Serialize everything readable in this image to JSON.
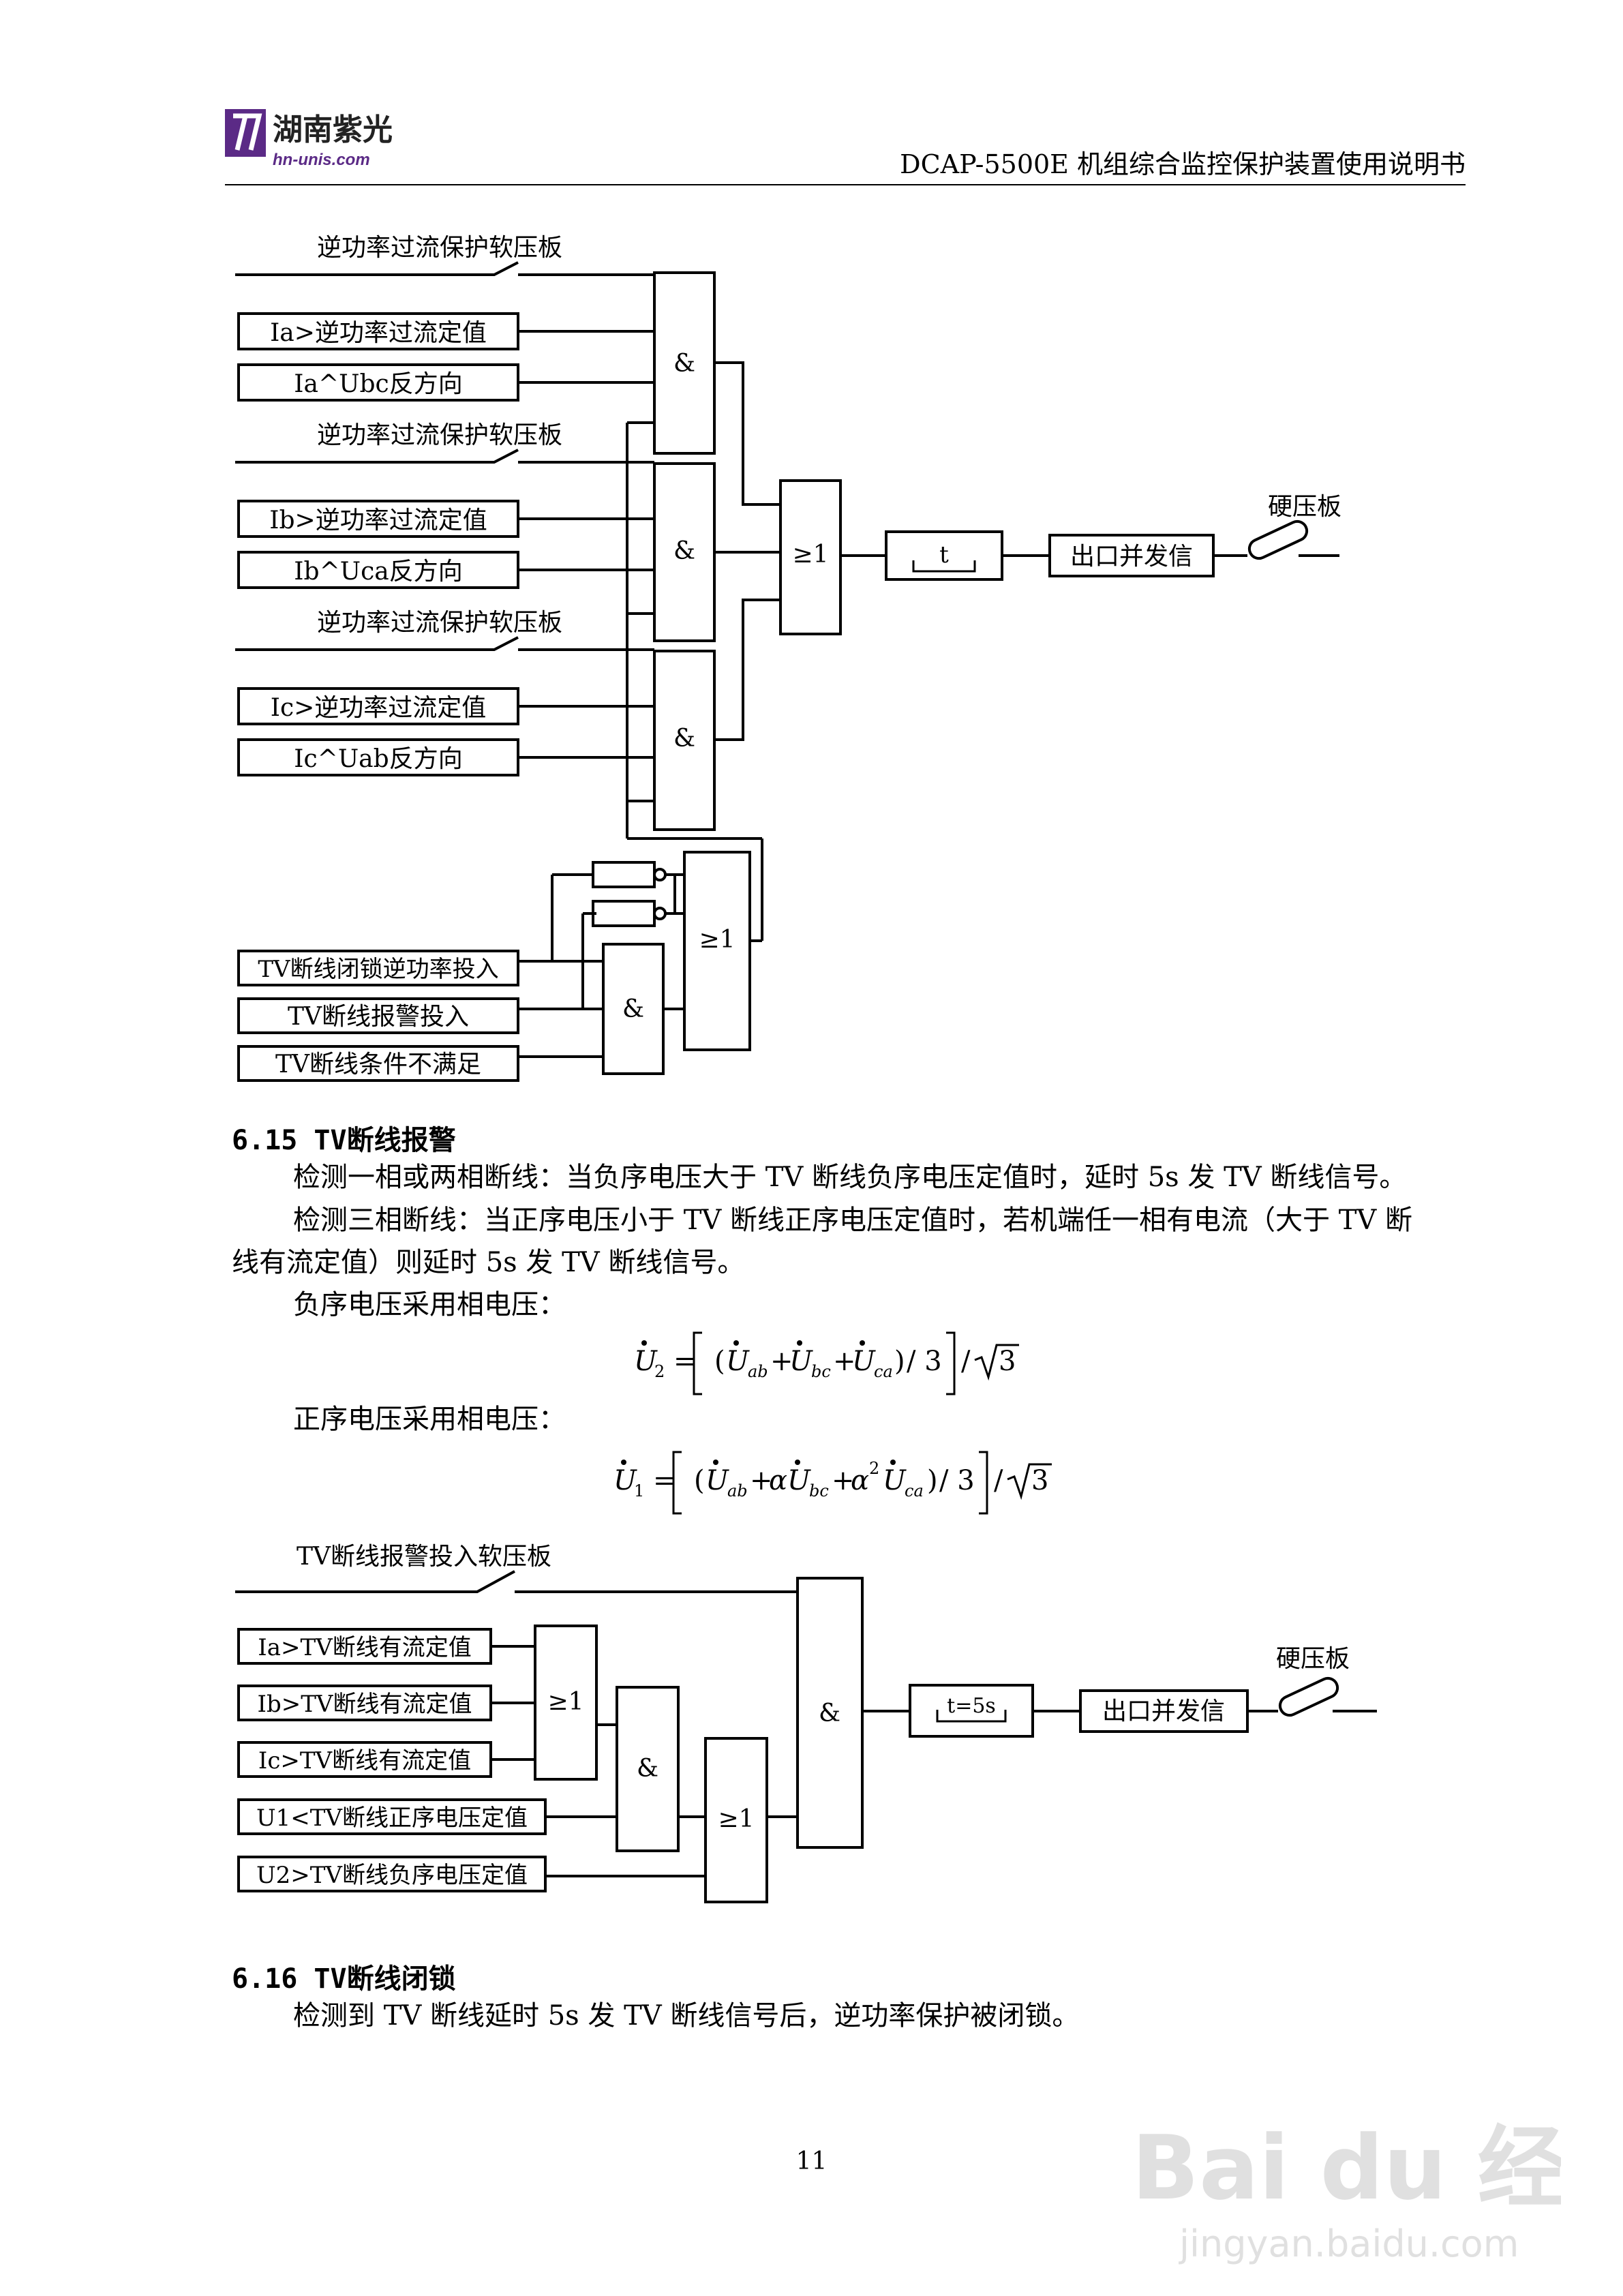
{
  "header": {
    "logo_text_cn": "湖南紫光",
    "logo_text_en": "hn-unis.com",
    "doc_title": "DCAP-5500E 机组综合监控保护装置使用说明书"
  },
  "diagram1": {
    "softplate_label": "逆功率过流保护软压板",
    "inputs": {
      "ia_over": "Ia>逆功率过流定值",
      "ia_dir": "Ia^Ubc反方向",
      "ib_over": "Ib>逆功率过流定值",
      "ib_dir": "Ib^Uca反方向",
      "ic_over": "Ic>逆功率过流定值",
      "ic_dir": "Ic^Uab反方向",
      "tv_lock": "TV断线闭锁逆功率投入",
      "tv_alarm": "TV断线报警投入",
      "tv_cond": "TV断线条件不满足"
    },
    "and_label": "&",
    "or_label": "≥1",
    "timer_label": "t",
    "output_label": "出口并发信",
    "hard_plate_label": "硬压板"
  },
  "section_615": {
    "heading": "6.15 TV断线报警",
    "p1": "检测一相或两相断线：当负序电压大于 TV 断线负序电压定值时，延时 5s 发 TV 断线信号。",
    "p2_line1": "检测三相断线：当正序电压小于 TV 断线正序电压定值时，若机端任一相有电流（大于 TV 断",
    "p2_line2": "线有流定值）则延时 5s 发 TV 断线信号。",
    "p3": "负序电压采用相电压：",
    "p4": "正序电压采用相电压："
  },
  "formula1": {
    "lhs_var": "U",
    "lhs_sub": "2",
    "t1": "U",
    "s1": "ab",
    "t2": "U",
    "s2": "bc",
    "t3": "U",
    "s3": "ca",
    "div3": "/ 3",
    "sqrt3": "3"
  },
  "formula2": {
    "lhs_var": "U",
    "lhs_sub": "1",
    "t1": "U",
    "s1": "ab",
    "alpha": "α",
    "t2": "U",
    "s2": "bc",
    "sup2": "2",
    "t3": "U",
    "s3": "ca",
    "div3": "/ 3",
    "sqrt3": "3"
  },
  "diagram2": {
    "softplate_label": "TV断线报警投入软压板",
    "inputs": {
      "ia": "Ia>TV断线有流定值",
      "ib": "Ib>TV断线有流定值",
      "ic": "Ic>TV断线有流定值",
      "u1": "U1<TV断线正序电压定值",
      "u2": "U2>TV断线负序电压定值"
    },
    "and_label": "&",
    "or_label": "≥1",
    "timer_label": "t=5s",
    "output_label": "出口并发信",
    "hard_plate_label": "硬压板"
  },
  "section_616": {
    "heading": "6.16 TV断线闭锁",
    "p1": "检测到 TV 断线延时 5s 发 TV 断线信号后，逆功率保护被闭锁。"
  },
  "page_number": "11",
  "watermark": {
    "brand": "Bai du 经验",
    "url": "jingyan.baidu.com"
  }
}
